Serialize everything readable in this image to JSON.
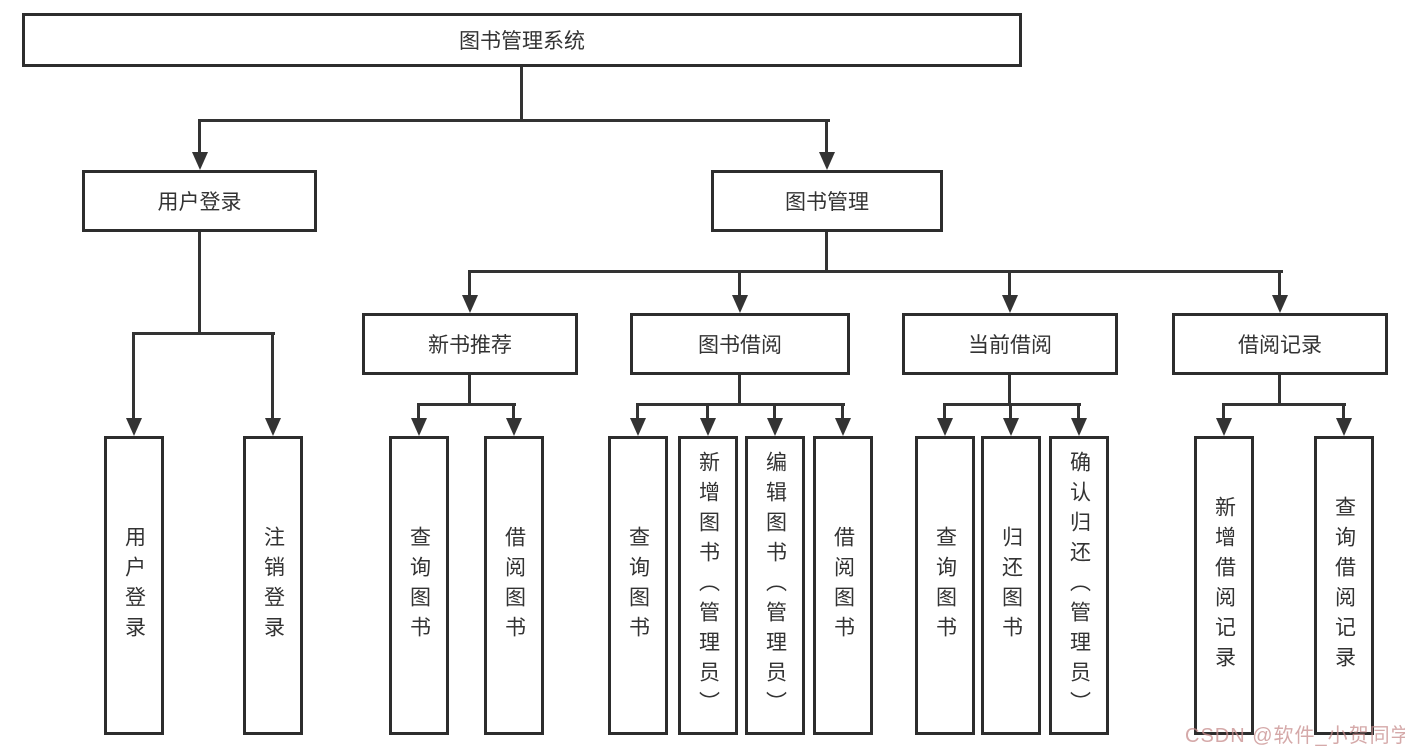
{
  "nodes": {
    "root": "图书管理系统",
    "user_login": "用户登录",
    "book_management": "图书管理",
    "user_login_child": "用户登录",
    "logout": "注销登录",
    "new_book_recommend": "新书推荐",
    "book_borrow": "图书借阅",
    "current_borrow": "当前借阅",
    "borrow_records": "借阅记录",
    "nbr_query_book": "查询图书",
    "nbr_borrow_book": "借阅图书",
    "bb_query_book": "查询图书",
    "bb_add_book": "新增图书（管理员）",
    "bb_edit_book": "编辑图书（管理员）",
    "bb_borrow_book": "借阅图书",
    "cb_query_book": "查询图书",
    "cb_return_book": "归还图书",
    "cb_confirm_return": "确认归还（管理员）",
    "br_add_record": "新增借阅记录",
    "br_query_record": "查询借阅记录"
  },
  "watermark": "CSDN @软件_小贺同学",
  "colors": {
    "line": "#333333",
    "box_border": "#2d2d2d",
    "box_fill": "#ffffff",
    "text": "#333333",
    "watermark": "#c78c8c",
    "background": "#ffffff"
  }
}
